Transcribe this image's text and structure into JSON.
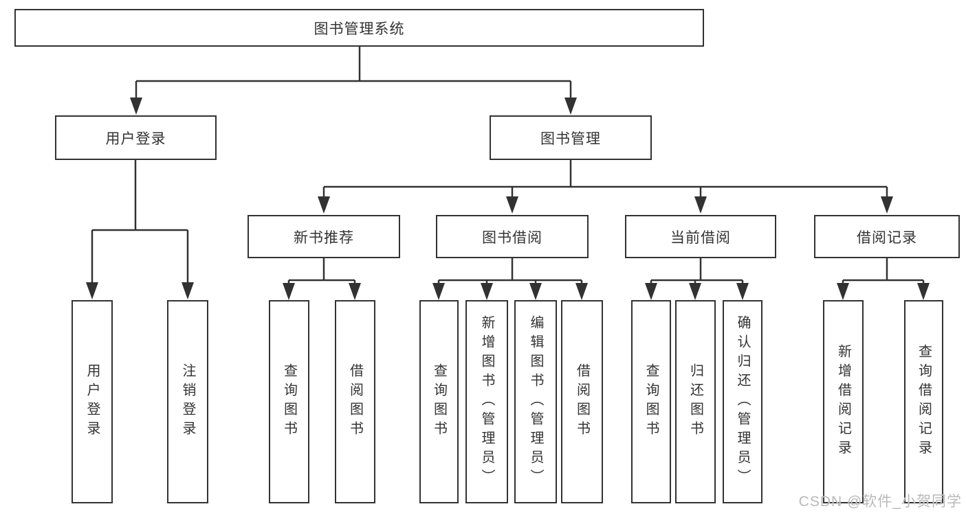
{
  "colors": {
    "line": "#323232",
    "box_border": "#323232",
    "text": "#333333",
    "background": "#ffffff",
    "watermark": "#b9b9b9"
  },
  "watermark": "CSDN @软件_小贺同学",
  "diagram": {
    "root": "图书管理系统",
    "branches": [
      {
        "label": "用户登录",
        "leaves": [
          "用户登录",
          "注销登录"
        ]
      },
      {
        "label": "图书管理",
        "sections": [
          {
            "label": "新书推荐",
            "leaves": [
              "查询图书",
              "借阅图书"
            ]
          },
          {
            "label": "图书借阅",
            "leaves": [
              "查询图书",
              "新增图书（管理员）",
              "编辑图书（管理员）",
              "借阅图书"
            ]
          },
          {
            "label": "当前借阅",
            "leaves": [
              "查询图书",
              "归还图书",
              "确认归还（管理员）"
            ]
          },
          {
            "label": "借阅记录",
            "leaves": [
              "新增借阅记录",
              "查询借阅记录"
            ]
          }
        ]
      }
    ]
  }
}
